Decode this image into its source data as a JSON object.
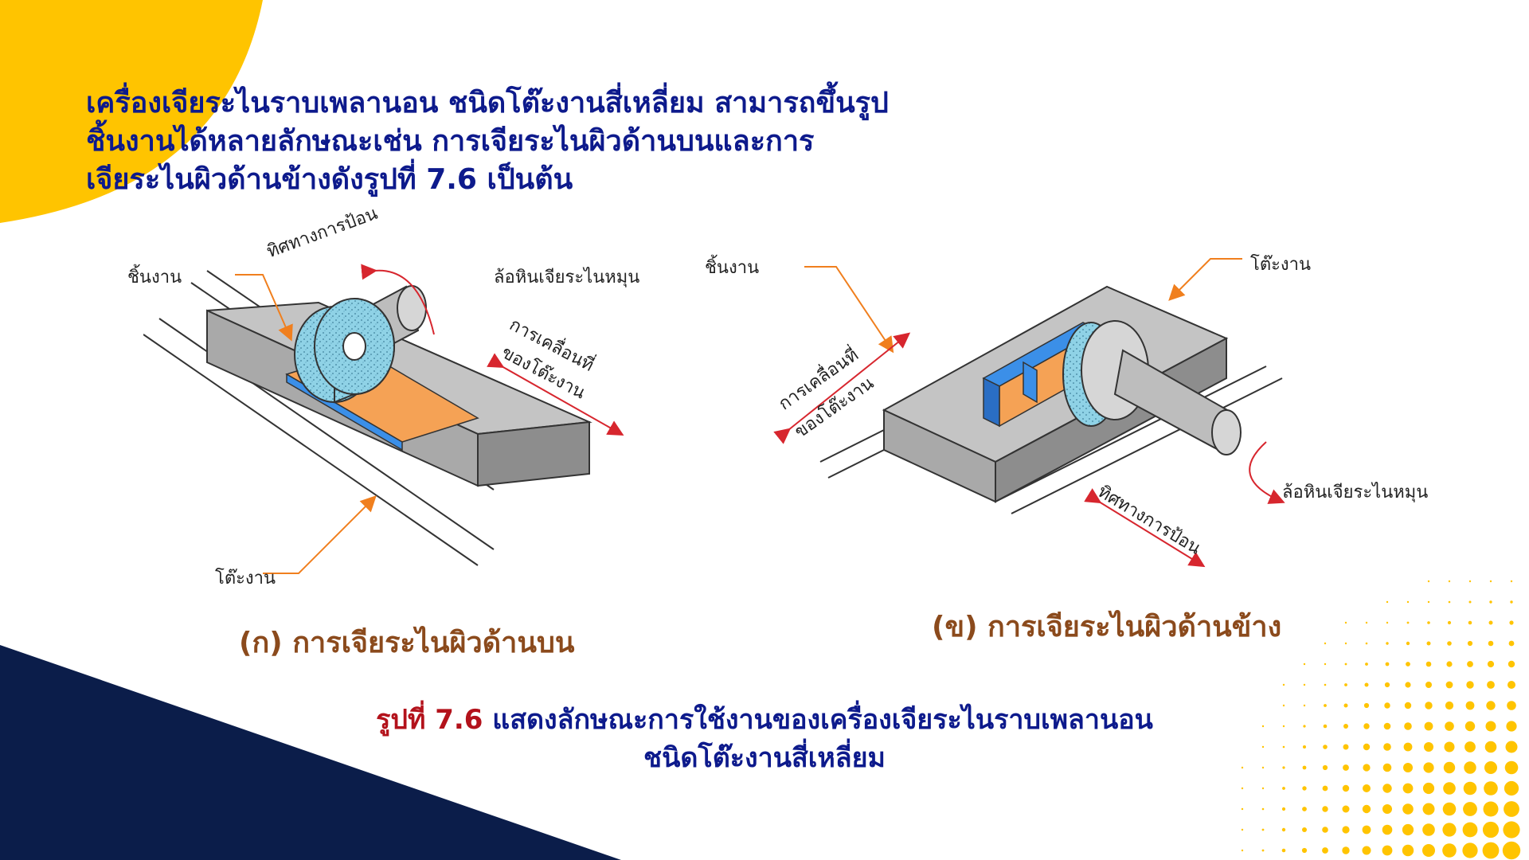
{
  "intro": {
    "line1": "เครื่องเจียระไนราบเพลานอน ชนิดโต๊ะงานสี่เหลี่ยม สามารถขึ้นรูป",
    "line2": "ชิ้นงานได้หลายลักษณะเช่น การเจียระไนผิวด้านบนและการ",
    "line3": "เจียระไนผิวด้านข้างดังรูปที่ 7.6 เป็นต้น"
  },
  "figure_a": {
    "label_workpiece": "ชิ้นงาน",
    "label_feed": "ทิศทางการป้อน",
    "label_wheel_rotation": "ล้อหินเจียระไนหมุน",
    "label_table_motion_1": "การเคลื่อนที่",
    "label_table_motion_2": "ของโต๊ะงาน",
    "label_table": "โต๊ะงาน",
    "subtitle": "(ก) การเจียระไนผิวด้านบน"
  },
  "figure_b": {
    "label_workpiece": "ชิ้นงาน",
    "label_table": "โต๊ะงาน",
    "label_table_motion_1": "การเคลื่อนที่",
    "label_table_motion_2": "ของโต๊ะงาน",
    "label_wheel_rotation": "ล้อหินเจียระไนหมุน",
    "label_feed": "ทิศทางการป้อน",
    "subtitle": "(ข) การเจียระไนผิวด้านข้าง"
  },
  "caption": {
    "number": "รูปที่ 7.6",
    "text": " แสดงลักษณะการใช้งานของเครื่องเจียระไนราบเพลานอน",
    "line2": "ชนิดโต๊ะงานสี่เหลี่ยม"
  },
  "colors": {
    "heading": "#0d1a8c",
    "caption_number": "#b3121b",
    "subtitle": "#8b4a1c",
    "accent_yellow": "#ffc400",
    "navy": "#0b1d4a",
    "arrow_red": "#d7262e",
    "leader_orange": "#f07f1e"
  }
}
